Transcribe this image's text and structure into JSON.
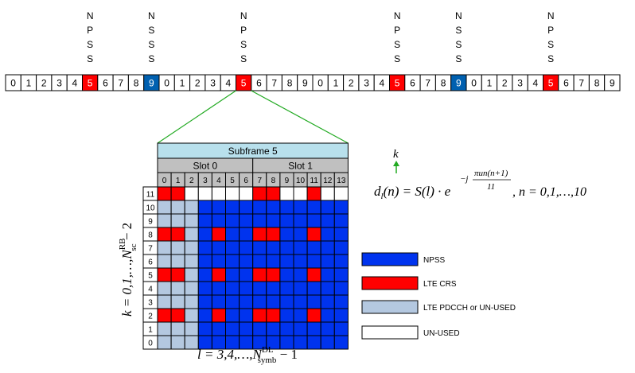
{
  "sequence": {
    "digits": [
      "0",
      "1",
      "2",
      "3",
      "4",
      "5",
      "6",
      "7",
      "8",
      "9",
      "0",
      "1",
      "2",
      "3",
      "4",
      "5",
      "6",
      "7",
      "8",
      "9",
      "0",
      "1",
      "2",
      "3",
      "4",
      "5",
      "6",
      "7",
      "8",
      "9",
      "0",
      "1",
      "2",
      "3",
      "4",
      "5",
      "6",
      "7",
      "8",
      "9"
    ],
    "highlights": [
      {
        "index": 5,
        "kind": "npss"
      },
      {
        "index": 9,
        "kind": "nsss"
      },
      {
        "index": 15,
        "kind": "npss"
      },
      {
        "index": 25,
        "kind": "npss"
      },
      {
        "index": 29,
        "kind": "nsss"
      },
      {
        "index": 35,
        "kind": "npss"
      }
    ],
    "labels": {
      "npss": [
        "N",
        "P",
        "S",
        "S"
      ],
      "nsss": [
        "N",
        "S",
        "S",
        "S"
      ]
    }
  },
  "grid": {
    "subframe_label": "Subframe 5",
    "slot_labels": [
      "Slot 0",
      "Slot 1"
    ],
    "symbol_labels": [
      "0",
      "1",
      "2",
      "3",
      "4",
      "5",
      "6",
      "7",
      "8",
      "9",
      "10",
      "11",
      "12",
      "13"
    ],
    "subcarrier_labels": [
      "11",
      "10",
      "9",
      "8",
      "7",
      "6",
      "5",
      "4",
      "3",
      "2",
      "1",
      "0"
    ],
    "crs_rows": [
      11,
      8,
      5,
      2
    ],
    "crs_cols_full": [
      0,
      1,
      7,
      8
    ],
    "crs_cols_partial": [
      4,
      11
    ]
  },
  "legend": [
    {
      "key": "npss",
      "label": "NPSS"
    },
    {
      "key": "crs",
      "label": "LTE CRS"
    },
    {
      "key": "pdcch",
      "label": "LTE PDCCH or UN-USED"
    },
    {
      "key": "unused",
      "label": "UN-USED"
    }
  ],
  "formula": {
    "k_label": "k",
    "lhs": "d",
    "sub": "l",
    "arg": "(n) = S(l) · e",
    "exp": "−j",
    "exp_num": "πun(n+1)",
    "exp_den": "11",
    "range": ",    n = 0,1,…,10"
  },
  "axis_labels": {
    "y_main": "k = 0,1,…,N",
    "y_sup": "RB",
    "y_sub": "sc",
    "y_tail": " − 2",
    "x_main": "l = 3,4,…,N",
    "x_sup": "DL",
    "x_sub": "symb",
    "x_tail": " − 1"
  },
  "colors": {
    "npss": "#0033ee",
    "crs": "#ff0000",
    "pdcch": "#b4c8e0",
    "unused": "#ffffff",
    "nsss_cell": "#0060b0",
    "header": "#c0c0c0",
    "subframe": "#b8e0ec",
    "green": "#22aa22"
  }
}
